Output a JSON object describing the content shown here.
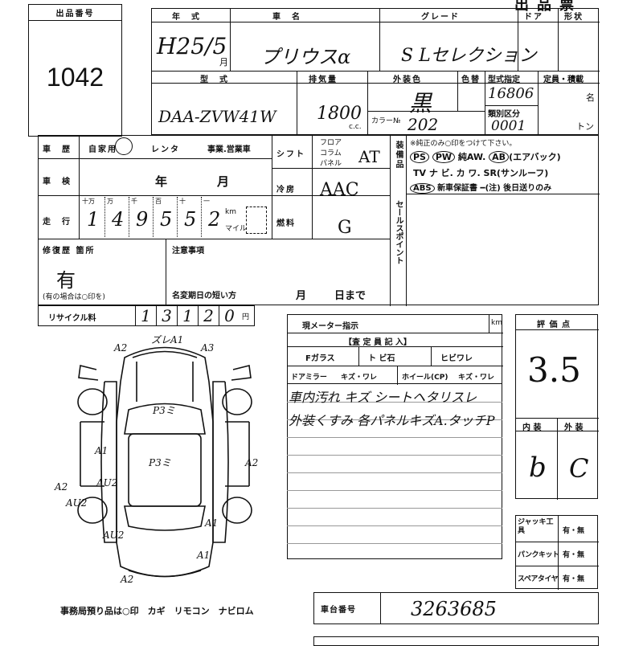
{
  "header": {
    "title": "出品番号",
    "lot_number": "1042",
    "sheet_title": "出品票"
  },
  "vehicle": {
    "year_label": "年　式",
    "year": "H25/5",
    "year_unit": "月",
    "name_label": "車　名",
    "name": "プリウスα",
    "grade_label": "グレード",
    "grade": "S Lセレクション",
    "doors_label": "ドア",
    "shape_label": "形状",
    "model_label": "型　式",
    "model": "DAA-ZVW41W",
    "displacement_label": "排気量",
    "displacement": "1800",
    "cc_unit": "c.c.",
    "ext_color_label": "外装色",
    "ext_color": "黒",
    "color_label": "色替",
    "color_no_label": "カラー№",
    "color_no": "202",
    "type_cert_label": "型式指定",
    "type_cert": "16806",
    "class_label": "類別区分",
    "class_no": "0001",
    "capacity_label": "定員・積載",
    "capacity_unit_people": "名",
    "capacity_unit_ton": "トン"
  },
  "history": {
    "label": "車　歴",
    "private": "自家用",
    "rental": "レンタ",
    "business": "事業.営業車",
    "inspection_label": "車　検",
    "inspection_year": "年",
    "inspection_month": "月",
    "mileage_label": "走　行",
    "mileage_units": [
      "十万",
      "万",
      "千",
      "百",
      "十",
      "一"
    ],
    "mileage_digits": [
      "1",
      "4",
      "9",
      "5",
      "5",
      "2"
    ],
    "km": "km",
    "mile": "マイル"
  },
  "shift": {
    "label": "シフト",
    "options": [
      "フロア",
      "コラム",
      "パネル"
    ],
    "value": "AT"
  },
  "ac": {
    "label": "冷房",
    "value": "AAC"
  },
  "fuel": {
    "label": "燃料",
    "value": "G"
  },
  "equipment": {
    "label": "装備品",
    "note": "※純正のみ○印をつけて下さい。",
    "row1": [
      "PS",
      "PW",
      "純AW.",
      "AB",
      "(エアバック)"
    ],
    "row2": "TV ナ ビ. カ ワ. SR(サンルーフ)",
    "row3_abs": "ABS",
    "row3_rest": "新車保証書 ━(注) 後日送りのみ"
  },
  "sales_point_label": "セールスポイント",
  "repair": {
    "label": "修復歴 箇所",
    "value": "有",
    "note": "(有の場合は○印を)"
  },
  "caution": {
    "label": "注意事項",
    "short_label": "名変期日の短い方",
    "month": "月",
    "day": "日まで"
  },
  "recycle": {
    "label": "リサイクル料",
    "digits": [
      "1",
      "3",
      "1",
      "2",
      "0"
    ],
    "unit": "円"
  },
  "meter": {
    "label": "現メーター指示",
    "unit": "km"
  },
  "inspector": {
    "title": "【査 定 員 記 入】",
    "fglass": "Fガラス",
    "tobi": "ト ビ石",
    "crack": "ヒビワレ",
    "mirror": "ドアミラー",
    "mirror_opts": "キズ・ワレ",
    "wheel": "ホイール(CP)",
    "wheel_opts": "キズ・ワレ",
    "notes": [
      "車内汚れ キズ シートヘタリスレ",
      "外装くすみ 各パネルキズA.タッチP"
    ]
  },
  "rating": {
    "label": "評 価 点",
    "value": "3.5",
    "interior_label": "内 装",
    "exterior_label": "外 装",
    "interior": "b",
    "exterior": "C"
  },
  "tools": {
    "jack": "ジャッキ工具",
    "puncture": "パンクキット",
    "spare": "スペアタイヤ",
    "opt": "有・無"
  },
  "diagram": {
    "labels": [
      "A2",
      "ズレA1",
      "A3",
      "P3ミ",
      "P3ミ",
      "A1",
      "A2",
      "A2",
      "AU2",
      "AU2",
      "A1",
      "AU2",
      "A1",
      "A2"
    ],
    "footer": "事務局預り品は○印　カギ　リモコン　ナビロム"
  },
  "chassis": {
    "label": "車台番号",
    "value": "3263685"
  }
}
